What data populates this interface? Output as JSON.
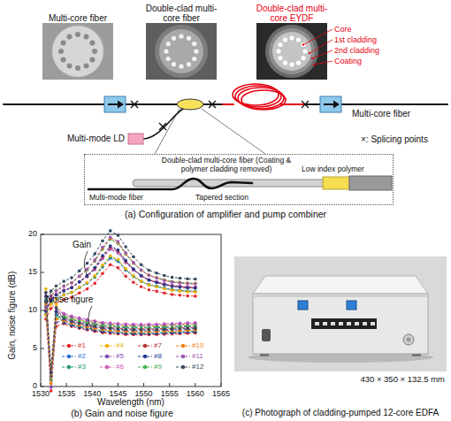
{
  "diagram": {
    "nodes": [
      {
        "text": [
          "Multi-core fiber"
        ]
      },
      {
        "text": [
          "Double-clad multi-core fiber"
        ]
      },
      {
        "text": [
          "Double-clad multi-core EYDF"
        ]
      },
      {
        "text": [
          "Double-clad multi-core fiber (Coating & polymer cladding removed)",
          "Low index polymer",
          "Multi-mode fiber",
          "Tapered section"
        ]
      }
    ],
    "labels": [
      "Core",
      "1st cladding",
      "2nd cladding",
      "Coating",
      "Multi-core fiber",
      "Multi-mode LD",
      "×: Splicing points",
      "(a) Configuration of amplifier and pump combiner",
      "Gain",
      "Noise figure",
      "20",
      "15",
      "10",
      "5",
      "0",
      "1530",
      "1535",
      "1540",
      "1545",
      "1550",
      "1555",
      "1560",
      "1565",
      "Gain, noise figure (dB)",
      "Wavelength (nm)",
      "(b) Gain and noise figure",
      "430 × 350 × 132.5 mm",
      "(c) Photograph of cladding-pumped 12-core EDFA"
    ],
    "legend": [
      {
        "text": "#1",
        "color": "#e3262b"
      },
      {
        "text": "#2",
        "color": "#2b6fd1"
      },
      {
        "text": "#3",
        "color": "#22996b"
      },
      {
        "text": "#4",
        "color": "#f2b100"
      },
      {
        "text": "#5",
        "color": "#7d4cb3"
      },
      {
        "text": "#6",
        "color": "#d45bb5"
      },
      {
        "text": "#7",
        "color": "#b8312c"
      },
      {
        "text": "#8",
        "color": "#1f3a93"
      },
      {
        "text": "#9",
        "color": "#3cb44b"
      },
      {
        "text": "#10",
        "color": "#f07f13"
      },
      {
        "text": "#11",
        "color": "#9b59b6"
      },
      {
        "text": "#12",
        "color": "#34495e"
      }
    ]
  }
}
